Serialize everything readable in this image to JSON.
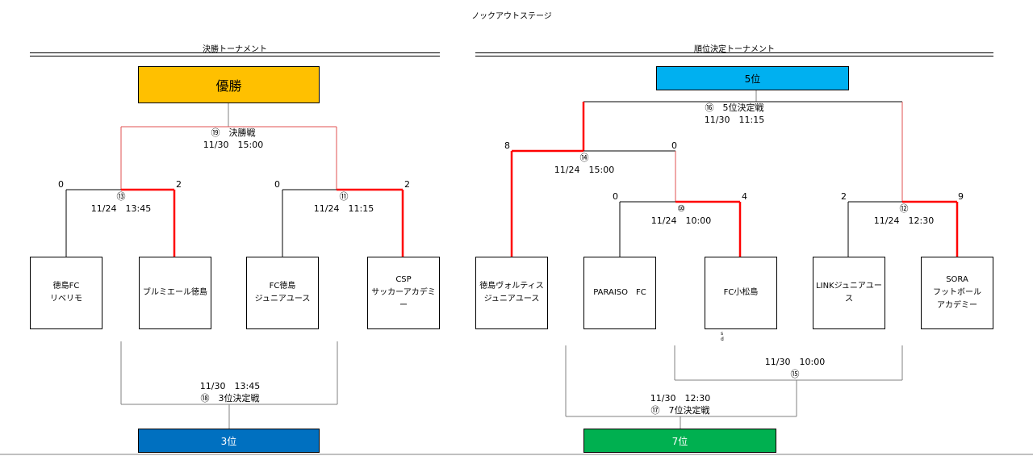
{
  "page_title": "ノックアウトステージ",
  "sections": {
    "left_title": "決勝トーナメント",
    "right_title": "順位決定トーナメント"
  },
  "banners": {
    "champion": {
      "label": "優勝",
      "color": "#FFC000"
    },
    "third": {
      "label": "3位",
      "color": "#0070C0"
    },
    "fifth": {
      "label": "5位",
      "color": "#00B0F0"
    },
    "seventh": {
      "label": "7位",
      "color": "#00B050"
    }
  },
  "teams": {
    "t1": "徳島FC\nリベリモ",
    "t2": "ブルミエール徳島",
    "t3": "FC徳島\nジュニアユース",
    "t4": "CSP\nサッカーアカデミー",
    "t5": "徳島ヴォルティス\nジュニアユース",
    "t6": "PARAISO　FC",
    "t7": "FC小松島",
    "t8": "LINKジュニアユース",
    "t9": "SORA\nフットボール\nアカデミー"
  },
  "matches": {
    "m19": {
      "no": "⑲",
      "name": "決勝戦",
      "datetime": "11/30　15:00"
    },
    "m13": {
      "no": "⑬",
      "datetime": "11/24　13:45",
      "score_left": "0",
      "score_right": "2"
    },
    "m11": {
      "no": "⑪",
      "datetime": "11/24　11:15",
      "score_left": "0",
      "score_right": "2"
    },
    "m18": {
      "no": "⑱",
      "name": "3位決定戦",
      "datetime": "11/30　13:45"
    },
    "m16": {
      "no": "⑯",
      "name": "5位決定戦",
      "datetime": "11/30　11:15"
    },
    "m14": {
      "no": "⑭",
      "datetime": "11/24　15:00",
      "score_left": "8",
      "score_right": "0"
    },
    "m10": {
      "no": "⑩",
      "datetime": "11/24　10:00",
      "score_left": "0",
      "score_right": "4"
    },
    "m12": {
      "no": "⑫",
      "datetime": "11/24　12:30",
      "score_left": "2",
      "score_right": "9"
    },
    "m15": {
      "no": "⑮",
      "datetime": "11/30　10:00"
    },
    "m17": {
      "no": "⑰",
      "name": "7位決定戦",
      "datetime": "11/30　12:30"
    }
  },
  "notes": {
    "sd_top": "s",
    "sd_bottom": "d"
  },
  "colors": {
    "win_line": "#FF0000",
    "line": "#000000",
    "thin_red": "#E05050",
    "gray": "#808080"
  }
}
